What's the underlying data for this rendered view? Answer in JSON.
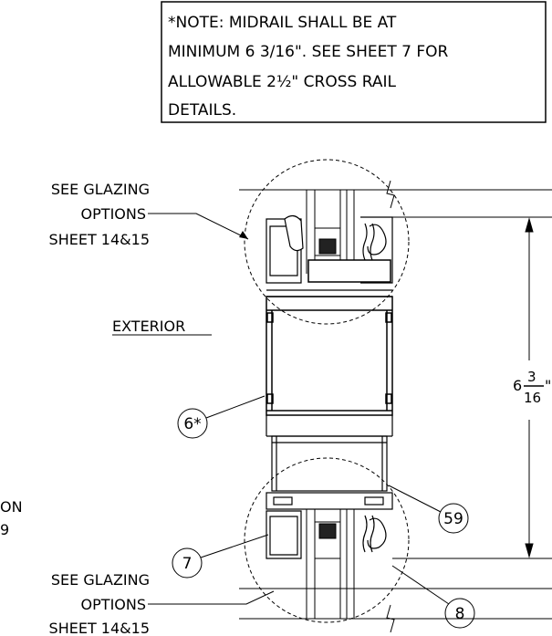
{
  "note": {
    "lines": [
      "*NOTE: MIDRAIL SHALL BE AT",
      "MINIMUM 6 3/16\". SEE SHEET 7 FOR",
      "ALLOWABLE 2½\" CROSS RAIL",
      "DETAILS."
    ]
  },
  "callouts": {
    "glazing_top": [
      "SEE GLAZING",
      "OPTIONS",
      "SHEET 14&15"
    ],
    "glazing_bottom": [
      "SEE GLAZING",
      "OPTIONS",
      "SHEET 14&15"
    ],
    "partial_left": [
      "ON",
      "9"
    ]
  },
  "exterior_label": "EXTERIOR",
  "dimension": {
    "whole": "6",
    "numerator": "3",
    "denominator": "16",
    "unit": "\""
  },
  "part_tags": [
    "6*",
    "7",
    "59",
    "8"
  ]
}
